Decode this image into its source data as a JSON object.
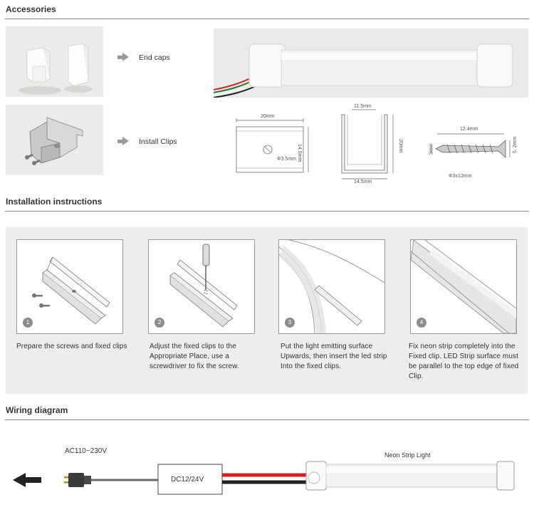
{
  "sections": {
    "accessories": "Accessories",
    "installation": "Installation instructions",
    "wiring": "Wiring diagram"
  },
  "accessories": {
    "end_caps_label": "End caps",
    "install_clips_label": "Install Clips"
  },
  "dimensions": {
    "clip_width": "20mm",
    "clip_hole": "Φ3.5mm",
    "clip_height": "14.5mm",
    "profile_top": "11.5mm",
    "profile_height": "20mm",
    "profile_bottom": "14.5mm",
    "screw_length": "12.4mm",
    "screw_shank": "3mm",
    "screw_head": "5. 2mm",
    "screw_size": "Φ3x12mm"
  },
  "steps": [
    {
      "number": "1",
      "text": "Prepare the screws and fixed clips"
    },
    {
      "number": "2",
      "text": "Adjust the fixed clips to the Appropriate Place, use a screwdriver to fix the screw."
    },
    {
      "number": "3",
      "text": "Put the light emitting surface Upwards, then insert the led strip Into the fixed clips."
    },
    {
      "number": "4",
      "text": "Fix neon strip completely into the Fixed clip. LED Strip surface must  be parallel to the top edge of fixed Clip."
    }
  ],
  "wiring": {
    "ac_label": "AC110~230V",
    "driver_label": "DC12/24V",
    "strip_label": "Neon Strip Light"
  }
}
